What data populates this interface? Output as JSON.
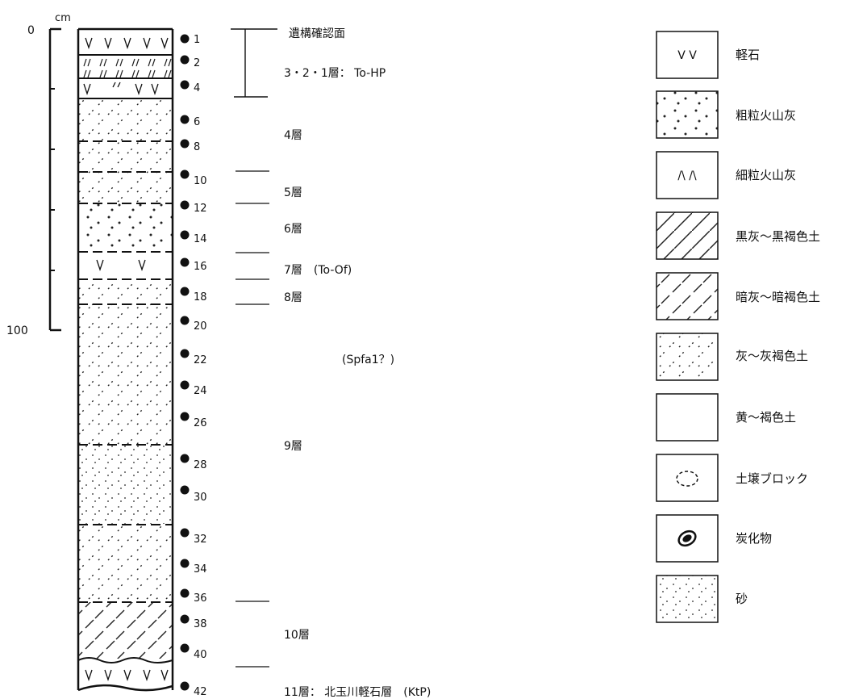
{
  "scale": {
    "unit": "cm",
    "top_label": "0",
    "bottom_label": "100"
  },
  "samples": [
    "1",
    "2",
    "4",
    "6",
    "8",
    "10",
    "12",
    "14",
    "16",
    "18",
    "20",
    "22",
    "24",
    "26",
    "28",
    "30",
    "32",
    "34",
    "36",
    "38",
    "40",
    "42"
  ],
  "layers": {
    "surface": "遺構確認面",
    "l321": "3・2・1層： To-HP",
    "l4": "4層",
    "l5": "5層",
    "l6": "6層",
    "l7": "7層　(To-Of)",
    "l8": "8層",
    "spfa": "(Spfa1？)",
    "l9": "9層",
    "l10": "10層",
    "l11": "11層： 北玉川軽石層　(KtP)"
  },
  "legend": {
    "pumice": "軽石",
    "coarse_ash": "粗粒火山灰",
    "fine_ash": "細粒火山灰",
    "black_gray": "黒灰～黒褐色土",
    "dark_gray": "暗灰～暗褐色土",
    "gray": "灰～灰褐色土",
    "yellow": "黄～褐色土",
    "soil_block": "土壌ブロック",
    "charcoal": "炭化物",
    "sand": "砂"
  },
  "legend_symbol_text": {
    "pumice": "V V",
    "fine_ash": "/\\ /\\"
  }
}
